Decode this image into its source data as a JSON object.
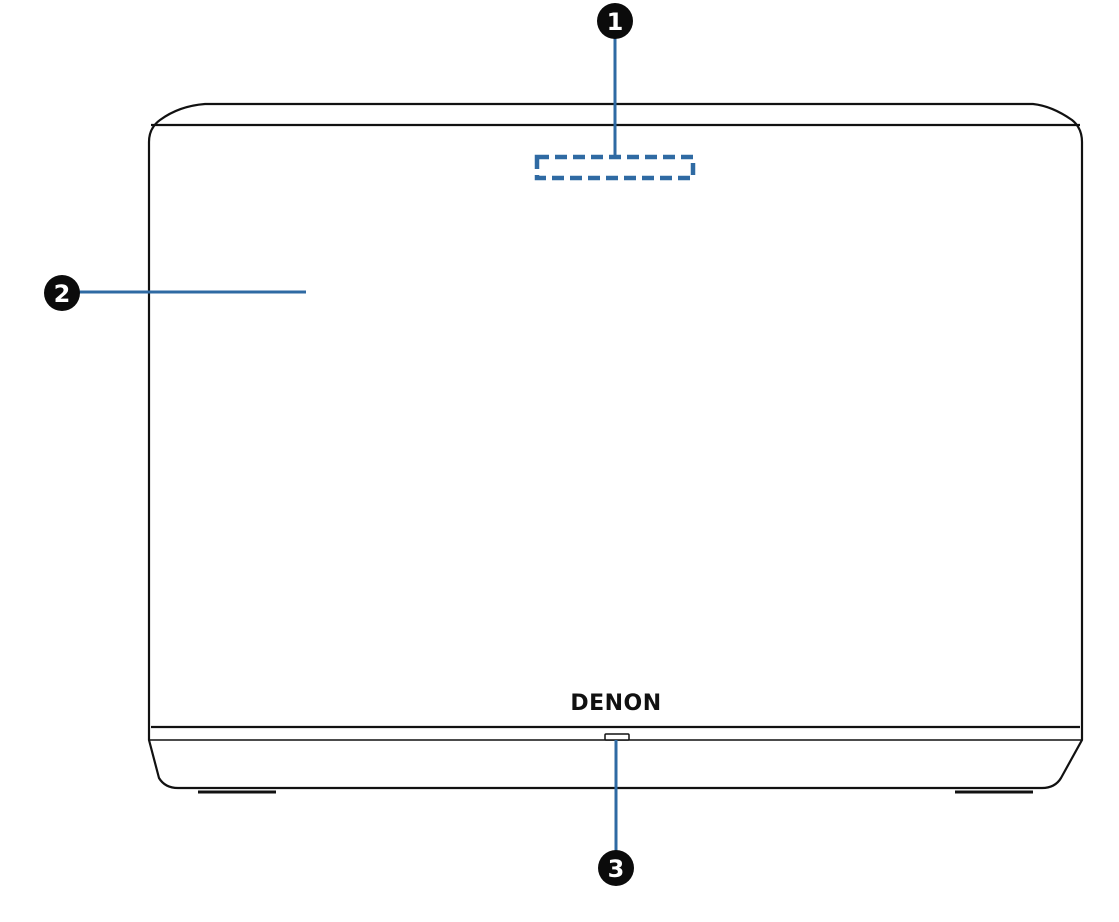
{
  "diagram": {
    "brand_logo": "DENON",
    "callouts": [
      {
        "number": "1"
      },
      {
        "number": "2"
      },
      {
        "number": "3"
      }
    ],
    "colors": {
      "outline": "#111111",
      "leader_line": "#2f6aa3",
      "callout_fill": "#0b0b0b"
    }
  }
}
